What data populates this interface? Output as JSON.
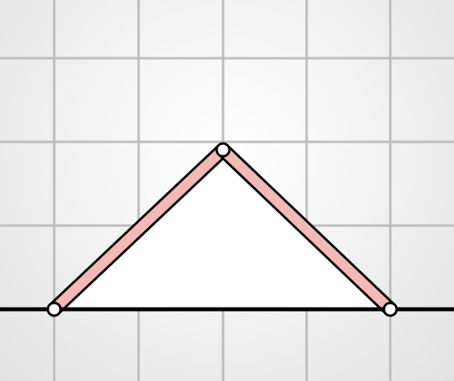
{
  "figure": {
    "kind": "geometry-construction",
    "grid": true,
    "shape": "triangle",
    "vertices": [
      {
        "id": "left",
        "type": "hinge"
      },
      {
        "id": "apex",
        "type": "hinge"
      },
      {
        "id": "right",
        "type": "hinge"
      }
    ],
    "edges": [
      {
        "from": "left",
        "to": "apex",
        "style": "highlighted"
      },
      {
        "from": "apex",
        "to": "right",
        "style": "highlighted"
      },
      {
        "from": "left",
        "to": "right",
        "style": "baseline"
      }
    ]
  },
  "colors": {
    "grid_line": "#bdbdbd",
    "triangle_fill": "#ffffff",
    "highlight_fill": "#f2b9b6",
    "stroke": "#000000",
    "hinge_fill": "#ffffff"
  }
}
